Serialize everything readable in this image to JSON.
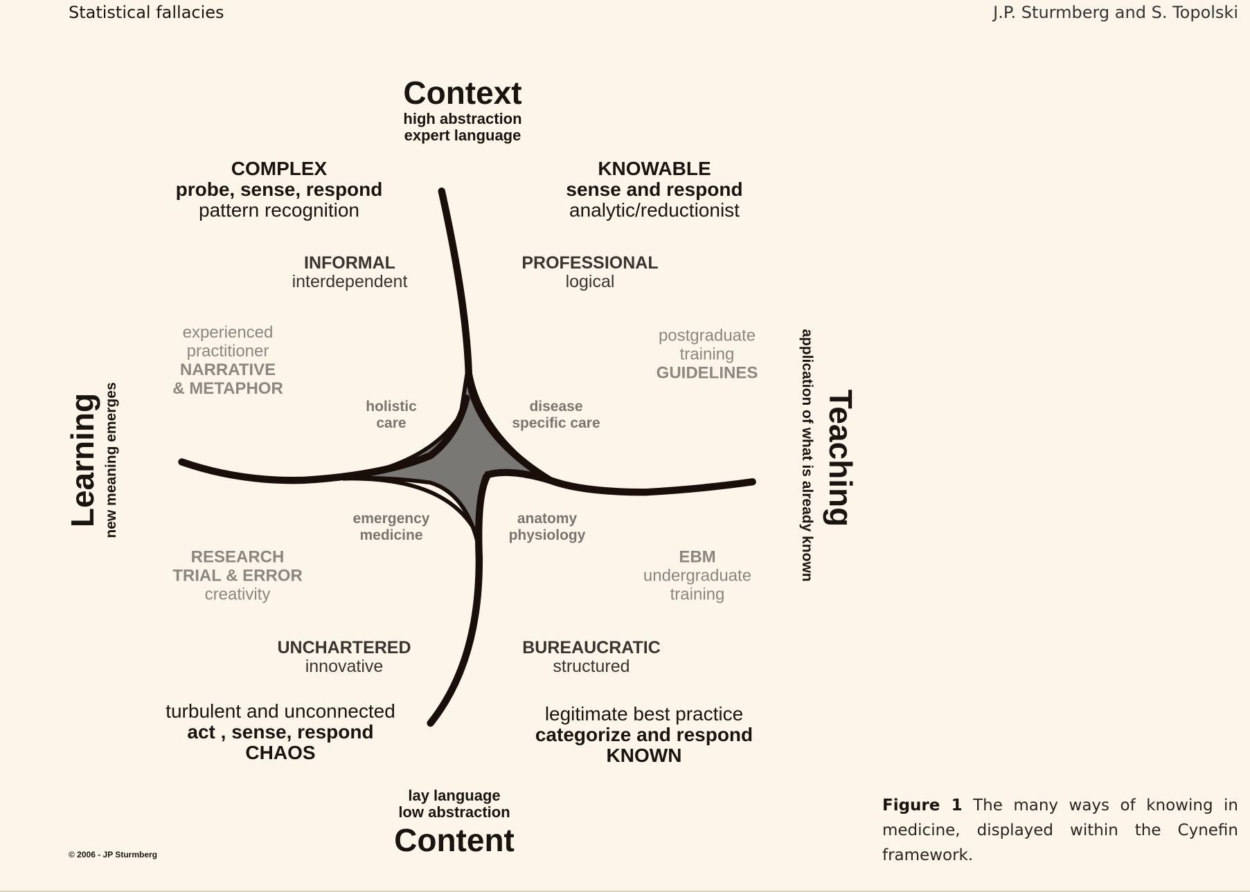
{
  "header": {
    "left": "Statistical fallacies",
    "right": "J.P. Sturmberg and S. Topolski"
  },
  "figure": {
    "axes": {
      "top": {
        "title": "Context",
        "lines": [
          "high abstraction",
          "expert language"
        ]
      },
      "bottom": {
        "lines": [
          "lay language",
          "low abstraction"
        ],
        "title": "Content"
      },
      "left": {
        "title": "Learning",
        "subtitle": "new meaning emerges"
      },
      "right": {
        "title": "Teaching",
        "subtitle": "application of what is already known"
      }
    },
    "domains": {
      "complex": [
        "COMPLEX",
        "probe, sense, respond",
        "pattern recognition"
      ],
      "knowable": [
        "KNOWABLE",
        "sense and respond",
        "analytic/reductionist"
      ],
      "chaos": [
        "turbulent and unconnected",
        "act , sense, respond",
        "CHAOS"
      ],
      "known": [
        "legitimate best practice",
        "categorize and respond",
        "KNOWN"
      ]
    },
    "styles": {
      "informal": [
        "INFORMAL",
        "interdependent"
      ],
      "professional": [
        "PROFESSIONAL",
        "logical"
      ],
      "unchartered": [
        "UNCHARTERED",
        "innovative"
      ],
      "bureaucratic": [
        "BUREAUCRATIC",
        "structured"
      ]
    },
    "knowledge": {
      "narrative": [
        "experienced",
        "practitioner",
        "NARRATIVE",
        "& METAPHOR"
      ],
      "guidelines": [
        "postgraduate",
        "training",
        "GUIDELINES"
      ],
      "research": [
        "RESEARCH",
        "TRIAL & ERROR",
        "creativity"
      ],
      "ebm": [
        "EBM",
        "undergraduate",
        "training"
      ]
    },
    "care": {
      "holistic": [
        "holistic",
        "care"
      ],
      "disease": [
        "disease",
        "specific care"
      ],
      "emergency": [
        "emergency",
        "medicine"
      ],
      "anatomy": [
        "anatomy",
        "physiology"
      ]
    },
    "copyright": "© 2006 - JP Sturmberg"
  },
  "caption": {
    "label": "Figure 1",
    "text": " The many ways of knowing in medicine, displayed within the Cynefin framework."
  }
}
